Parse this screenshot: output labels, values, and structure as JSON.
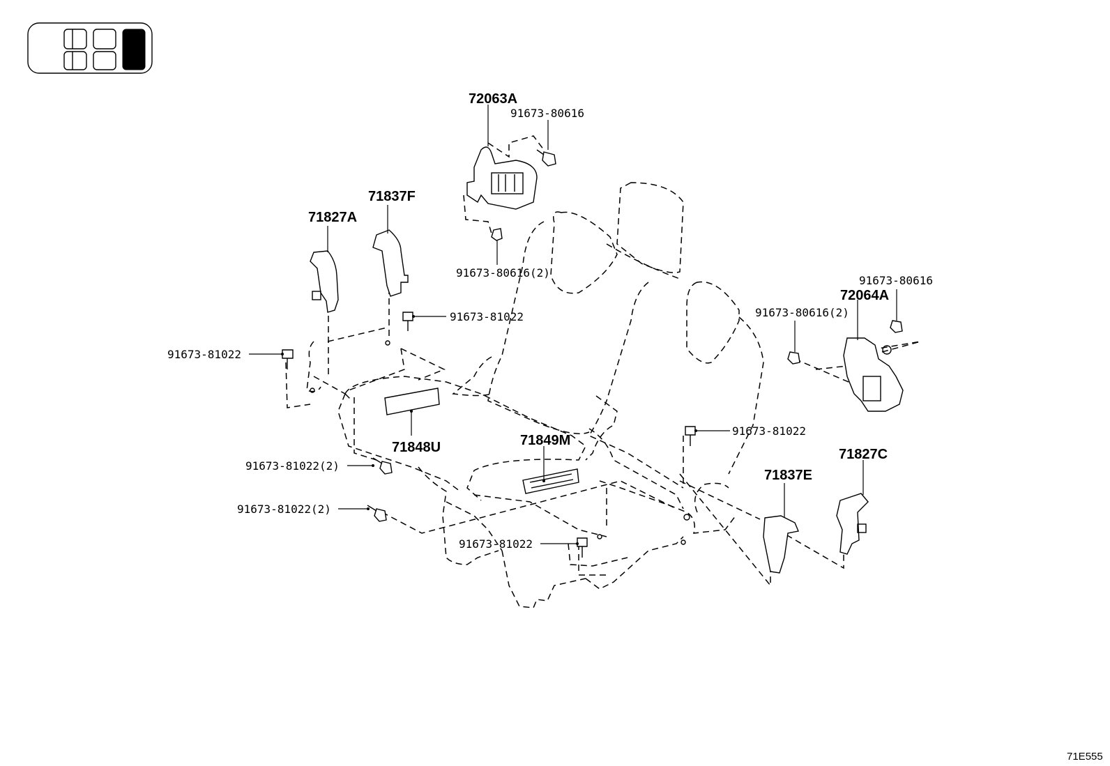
{
  "diagram_code": "71E555",
  "locator_icon": {
    "name": "seat-row-locator-icon",
    "highlighted_position": "rear-right"
  },
  "labels": {
    "p72063A": "72063A",
    "b80616_top": "91673-80616",
    "b80616x2_left": "91673-80616(2)",
    "p71837F": "71837F",
    "p71827A": "71827A",
    "b81022_a": "91673-81022",
    "b81022_b": "91673-81022",
    "p71848U": "71848U",
    "b81022x2_a": "91673-81022(2)",
    "b81022x2_b": "91673-81022(2)",
    "p71849M": "71849M",
    "b81022_c": "91673-81022",
    "b81022_d": "91673-81022",
    "b80616_right": "91673-80616",
    "p72064A": "72064A",
    "b80616x2_right": "91673-80616(2)",
    "p71837E": "71837E",
    "p71827C": "71827C"
  }
}
